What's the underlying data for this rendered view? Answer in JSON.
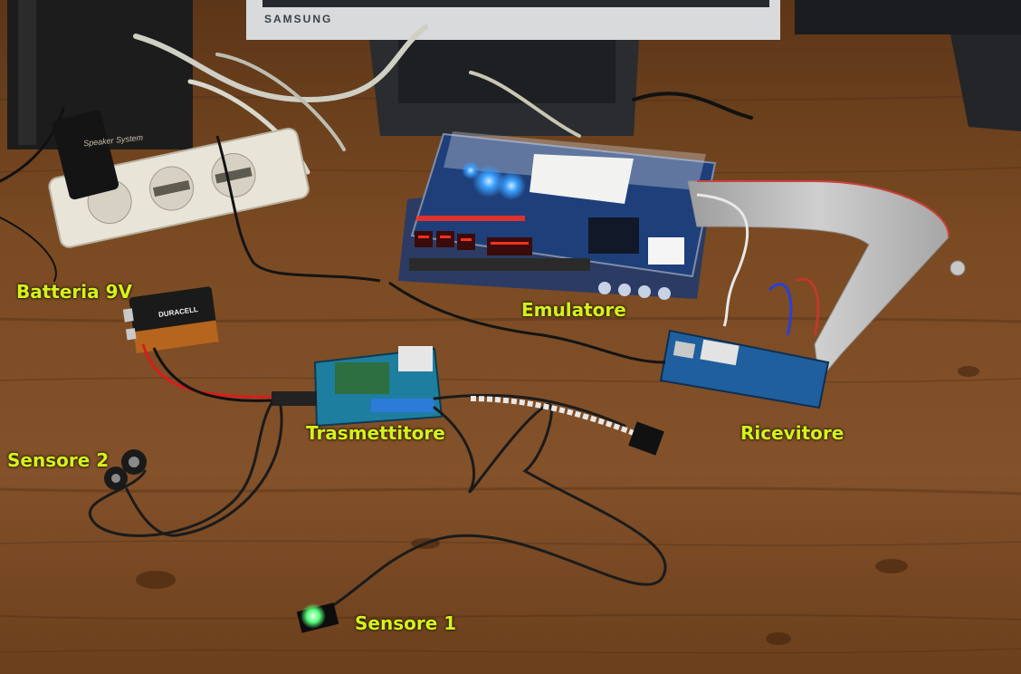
{
  "labels": {
    "battery": "Batteria 9V",
    "emulator": "Emulatore",
    "transmitter": "Trasmettitore",
    "receiver": "Ricevitore",
    "sensor1": "Sensore 1",
    "sensor2": "Sensore 2"
  },
  "printed": {
    "monitor_brand": "SAMSUNG",
    "speaker_text": "Speaker System",
    "battery_brand": "DURACELL"
  },
  "colors": {
    "label": "#d4f21c",
    "wood": "#7a4a22",
    "ribbon_cable": "#b9b9b9",
    "board_blue": "#1f3f7a",
    "led_blue": "#3aa0ff",
    "led_red": "#ff3020",
    "led_green": "#57ff7a"
  },
  "icons": [
    "fpga-board",
    "arduino-board",
    "battery-9v",
    "power-strip",
    "monitor",
    "speaker",
    "electrode-sensor",
    "optical-sensor"
  ]
}
